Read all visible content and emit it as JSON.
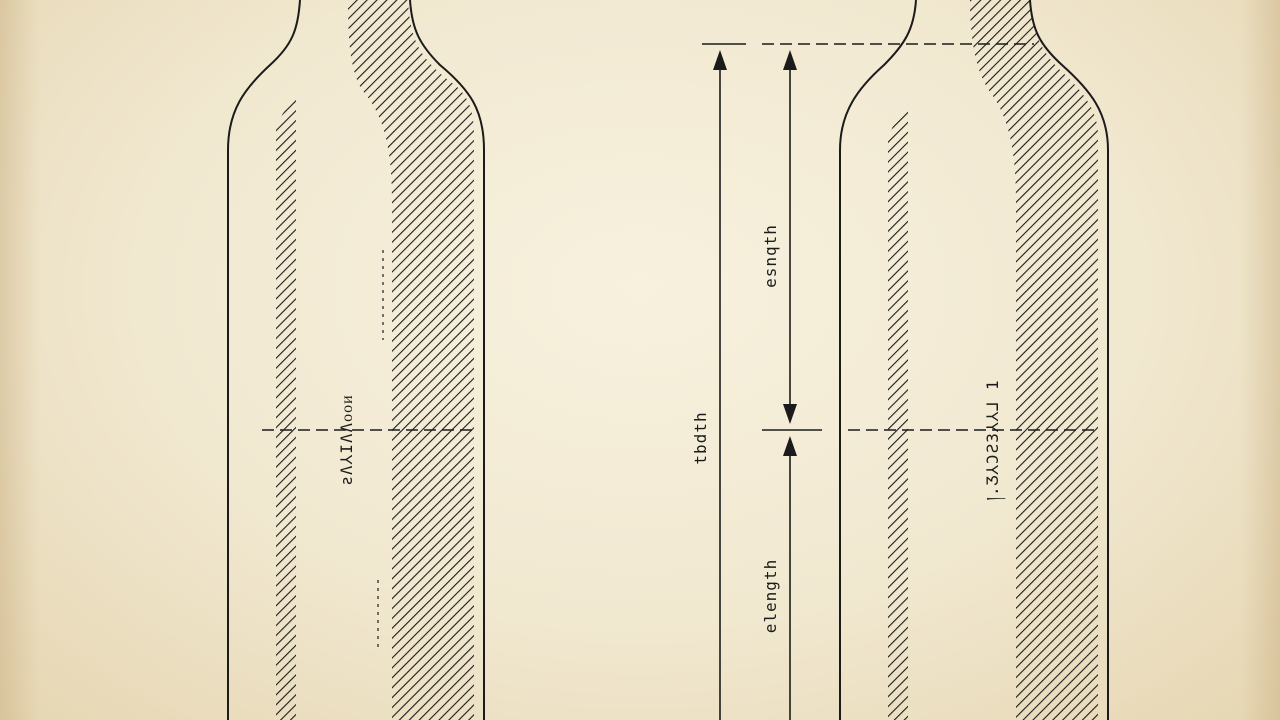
{
  "diagram": {
    "labels": {
      "left_bottle_vertical": "ƨɅ⅄ІɅɅᴏᴏᴎ",
      "right_bottle_vertical": "།.Ʒ⅄ƆƧЗ⅄⅄⅃ 1",
      "dim_outer": "tbdth",
      "dim_inner_upper": "esnqth",
      "dim_inner_lower": "elength"
    },
    "colors": {
      "paper": "#f3ecd8",
      "ink": "#1b1b1b",
      "edge": "#e2d1a9"
    },
    "icons": {
      "arrow": "arrowhead",
      "hatching": "diagonal-hatch"
    }
  }
}
